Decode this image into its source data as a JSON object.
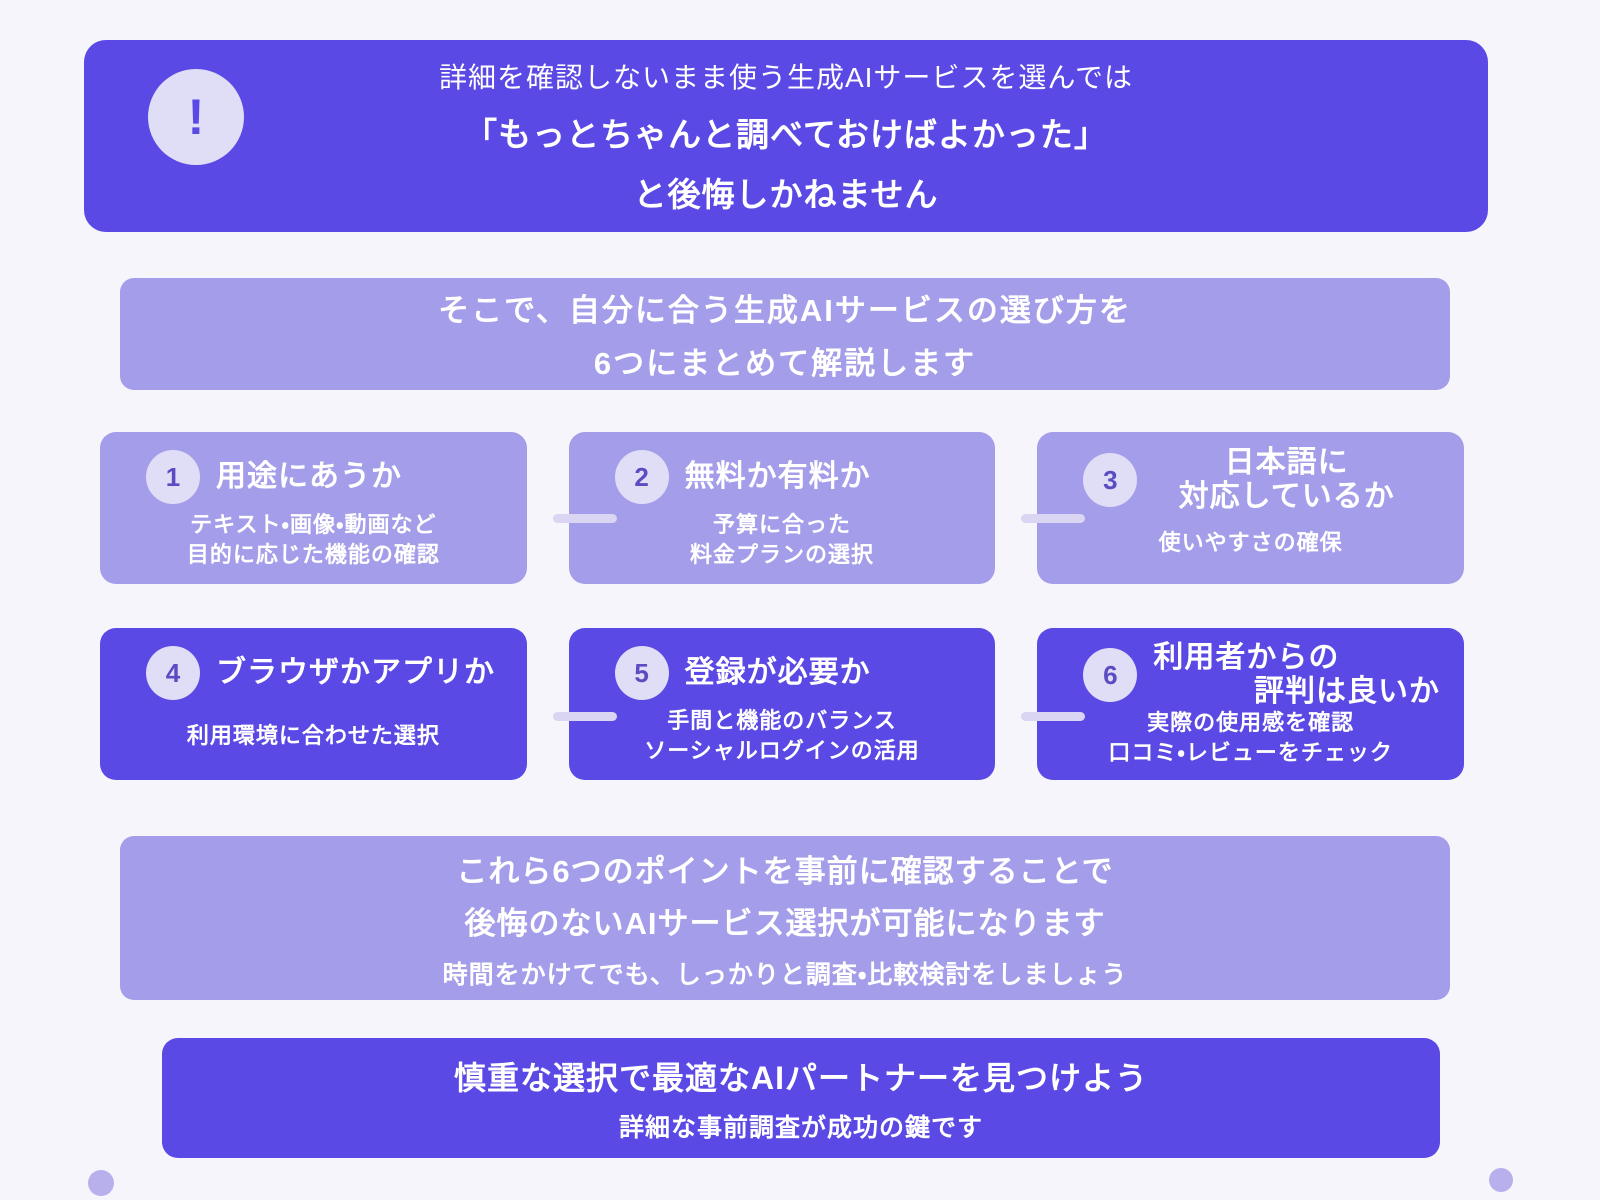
{
  "colors": {
    "background": "#f6f5fc",
    "primary": "#5a49e4",
    "light_purple": "#a49de9",
    "circle_bg": "#e0ddf6",
    "number_text": "#5a4cc2",
    "connector": "#d9d5f2",
    "dot": "#b7b0ec",
    "text": "#ffffff"
  },
  "warning_banner": {
    "icon_glyph": "!",
    "line1": "詳細を確認しないまま使う生成AIサービスを選んでは",
    "line2": "「もっとちゃんと調べておけばよかった」",
    "line3": "と後悔しかねません"
  },
  "intro_banner": {
    "line1": "そこで、自分に合う生成AIサービスの選び方を",
    "line2": "6つにまとめて解説します"
  },
  "points": [
    {
      "number": "1",
      "title": "用途にあうか",
      "desc1": "テキスト・画像・動画など",
      "desc2": "目的に応じた機能の確認"
    },
    {
      "number": "2",
      "title": "無料か有料か",
      "desc1": "予算に合った",
      "desc2": "料金プランの選択"
    },
    {
      "number": "3",
      "title": "日本語に",
      "title2": "対応しているか",
      "desc1": "使いやすさの確保"
    },
    {
      "number": "4",
      "title": "ブラウザかアプリか",
      "desc1": "利用環境に合わせた選択"
    },
    {
      "number": "5",
      "title": "登録が必要か",
      "desc1": "手間と機能のバランス",
      "desc2": "ソーシャルログインの活用"
    },
    {
      "number": "6",
      "title": "利用者からの",
      "title2": "評判は良いか",
      "desc1": "実際の使用感を確認",
      "desc2": "口コミ・レビューをチェック"
    }
  ],
  "summary_banner": {
    "line1": "これら6つのポイントを事前に確認することで",
    "line2": "後悔のないAIサービス選択が可能になります",
    "line3": "時間をかけてでも、しっかりと調査・比較検討をしましょう"
  },
  "conclusion_banner": {
    "line1": "慎重な選択で最適なAIパートナーを見つけよう",
    "line2": "詳細な事前調査が成功の鍵です"
  }
}
